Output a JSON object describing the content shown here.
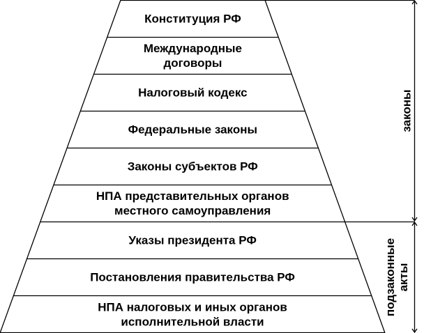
{
  "pyramid": {
    "levels": [
      {
        "lines": [
          "Конституция РФ"
        ]
      },
      {
        "lines": [
          "Международные",
          "договоры"
        ]
      },
      {
        "lines": [
          "Налоговый кодекс"
        ]
      },
      {
        "lines": [
          "Федеральные законы"
        ]
      },
      {
        "lines": [
          "Законы субъектов РФ"
        ]
      },
      {
        "lines": [
          "НПА представительных органов",
          "местного самоуправления"
        ]
      },
      {
        "lines": [
          "Указы президента РФ"
        ]
      },
      {
        "lines": [
          "Постановления правительства РФ"
        ]
      },
      {
        "lines": [
          "НПА налоговых и иных органов",
          "исполнительной власти"
        ]
      }
    ]
  },
  "groups": [
    {
      "label_lines": [
        "законы"
      ],
      "from_level": 0,
      "to_level": 5
    },
    {
      "label_lines": [
        "подзаконные",
        "акты"
      ],
      "from_level": 6,
      "to_level": 8
    }
  ],
  "colors": {
    "line": "#000000",
    "text": "#000000",
    "background": "#ffffff"
  }
}
